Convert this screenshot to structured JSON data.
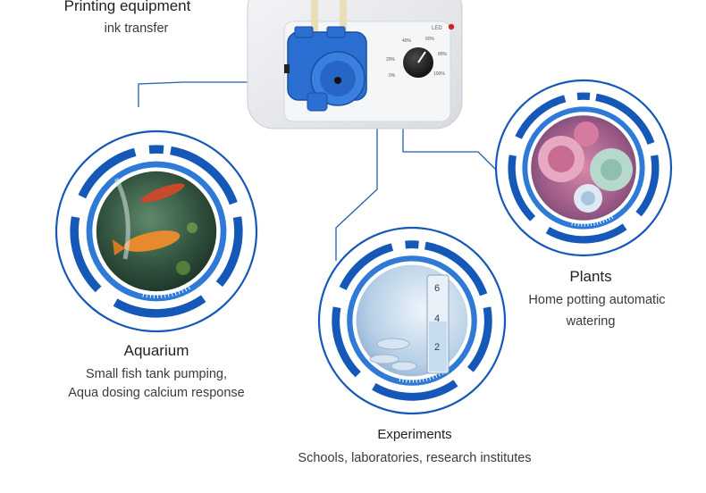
{
  "header": {
    "title": "Printing equipment",
    "subtitle": "ink transfer"
  },
  "device": {
    "indicator_label": "LED",
    "dial_ticks": [
      "0%",
      "20%",
      "40%",
      "60%",
      "80%",
      "100%"
    ]
  },
  "applications": [
    {
      "title": "Aquarium",
      "lines": [
        "Small fish tank pumping,",
        "Aqua dosing calcium response"
      ]
    },
    {
      "title": "Plants",
      "lines": [
        "Home potting automatic",
        "watering"
      ]
    },
    {
      "title": "Experiments",
      "lines": [
        "Schools, laboratories, research institutes"
      ]
    }
  ],
  "beaker_marks": [
    "6",
    "4",
    "2"
  ],
  "colors": {
    "accent_blue": "#1558b8",
    "light_blue": "#2f7ad6",
    "connector": "#1f5fb0",
    "device_body": "#e7e9ec",
    "pump_head": "#2b6fd3",
    "led_red": "#c62828"
  },
  "icons": {
    "aquarium": "koi-fish-photo",
    "plants": "succulent-photo",
    "experiments": "lab-glassware-photo"
  }
}
